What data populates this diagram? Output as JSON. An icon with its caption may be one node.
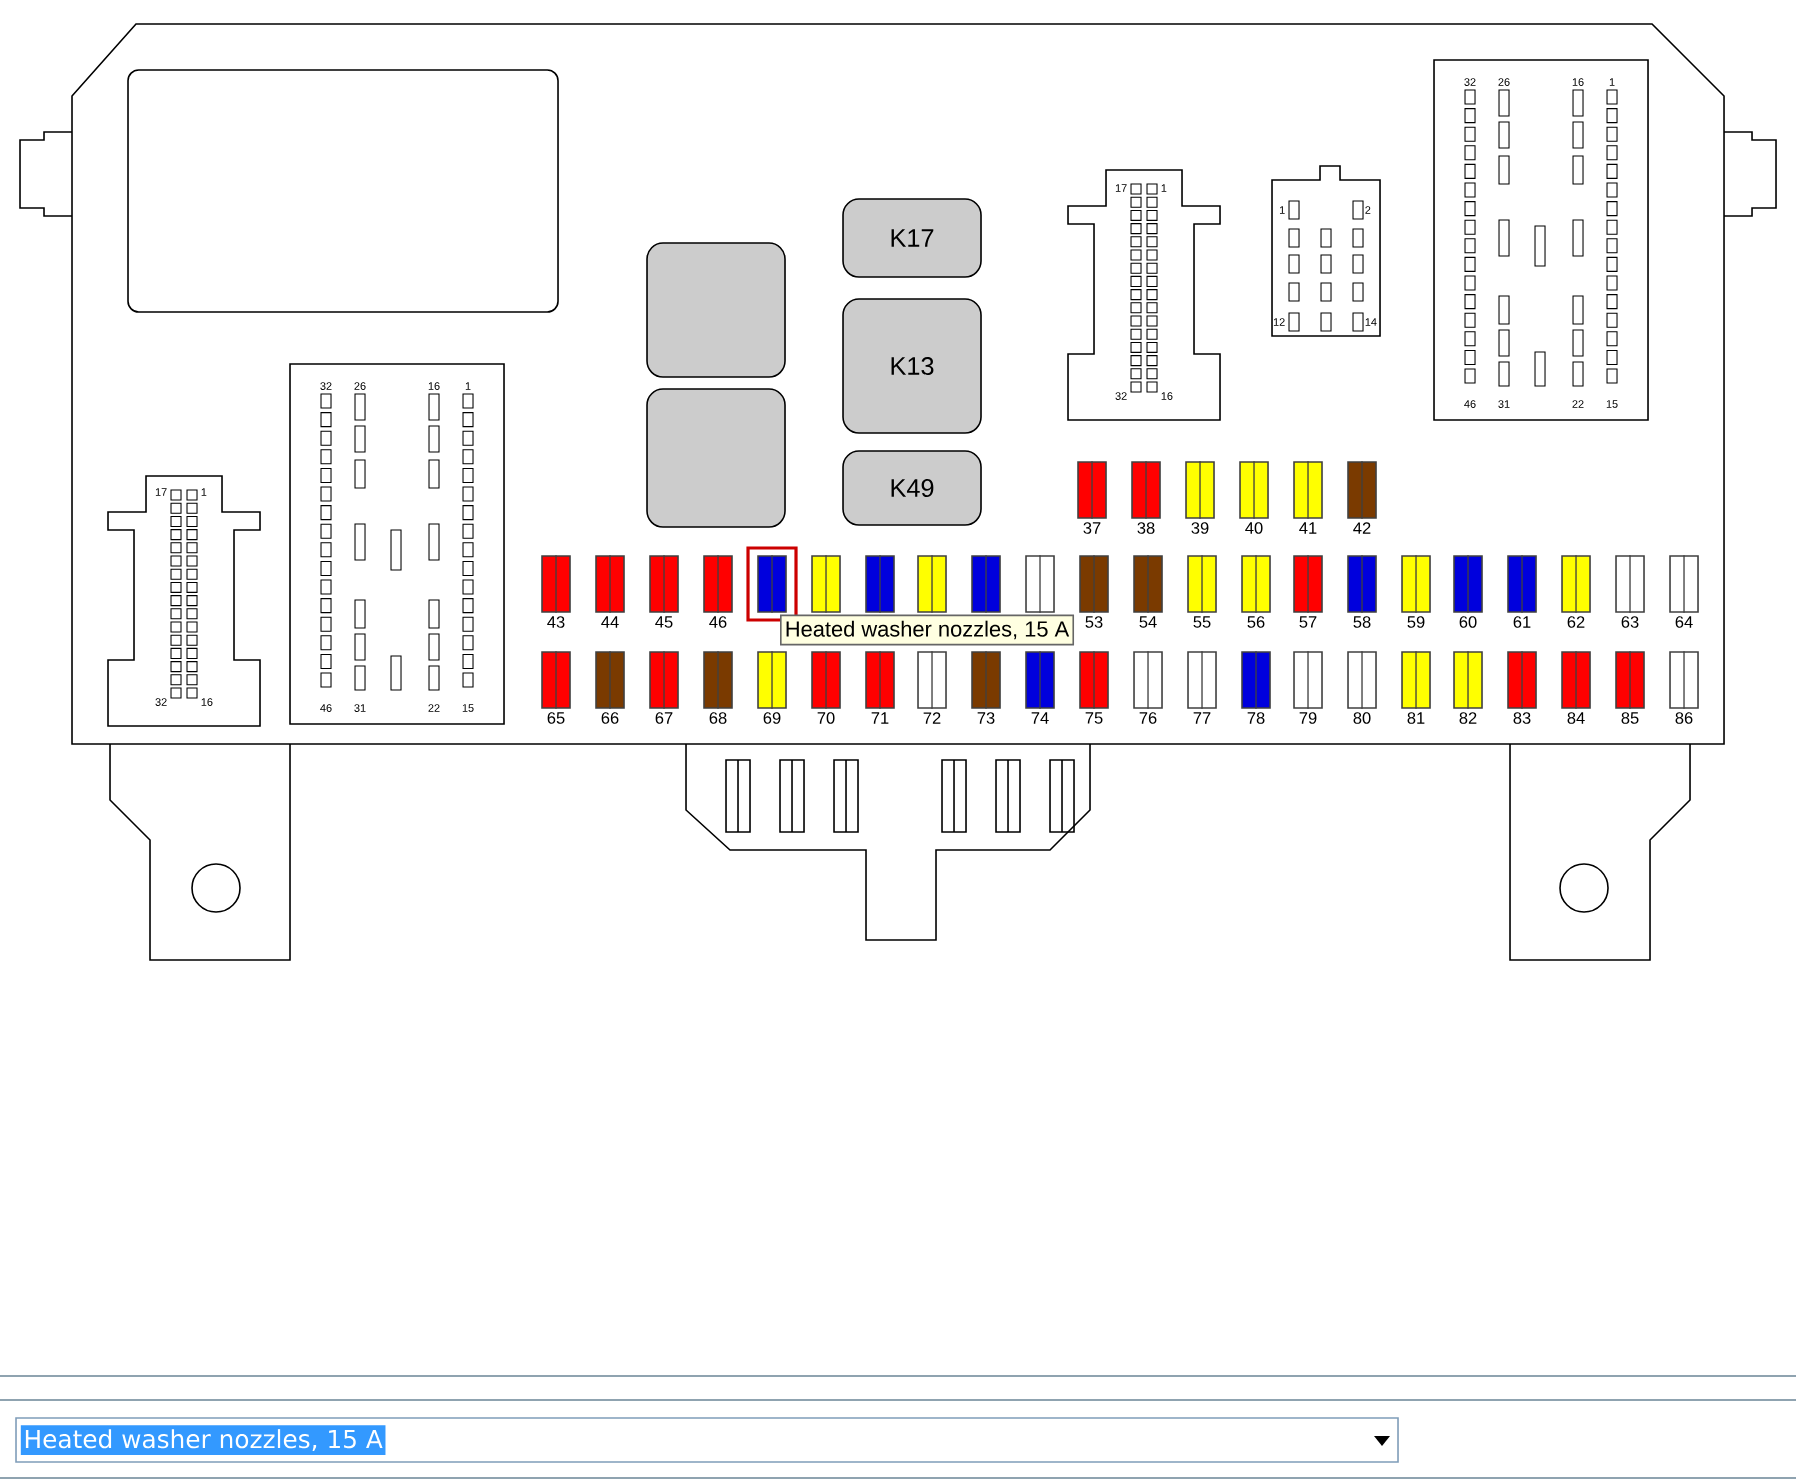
{
  "diagram": {
    "nodes": [
      {
        "text": [
          "K17"
        ]
      },
      {
        "text": [],
        "shape": "box"
      },
      {
        "text": [
          "K13"
        ]
      },
      {
        "text": [],
        "shape": "box"
      },
      {
        "text": [
          "K49"
        ]
      },
      {
        "text": [
          "37"
        ]
      },
      {
        "text": [
          "38"
        ]
      },
      {
        "text": [
          "39"
        ]
      },
      {
        "text": [
          "40"
        ]
      },
      {
        "text": [
          "41"
        ]
      },
      {
        "text": [
          "42"
        ]
      },
      {
        "text": [
          "43"
        ]
      },
      {
        "text": [
          "44"
        ]
      },
      {
        "text": [
          "45"
        ]
      },
      {
        "text": [
          "46"
        ]
      },
      {
        "text": [],
        "shape": "box"
      },
      {
        "text": [],
        "shape": "box"
      },
      {
        "text": [],
        "shape": "box"
      },
      {
        "text": [],
        "shape": "box"
      },
      {
        "text": [],
        "shape": "box"
      },
      {
        "text": [],
        "shape": "box"
      },
      {
        "text": [
          "53"
        ]
      },
      {
        "text": [
          "54"
        ]
      },
      {
        "text": [
          "55"
        ]
      },
      {
        "text": [
          "56"
        ]
      },
      {
        "text": [
          "57"
        ]
      },
      {
        "text": [
          "58"
        ]
      },
      {
        "text": [
          "59"
        ]
      },
      {
        "text": [
          "60"
        ]
      },
      {
        "text": [
          "61"
        ]
      },
      {
        "text": [
          "62"
        ]
      },
      {
        "text": [
          "63"
        ]
      },
      {
        "text": [
          "64"
        ]
      },
      {
        "text": [
          "65"
        ]
      },
      {
        "text": [
          "66"
        ]
      },
      {
        "text": [
          "67"
        ]
      },
      {
        "text": [
          "68"
        ]
      },
      {
        "text": [
          "69"
        ]
      },
      {
        "text": [
          "70"
        ]
      },
      {
        "text": [
          "71"
        ]
      },
      {
        "text": [
          "72"
        ]
      },
      {
        "text": [
          "73"
        ]
      },
      {
        "text": [
          "74"
        ]
      },
      {
        "text": [
          "75"
        ]
      },
      {
        "text": [
          "76"
        ]
      },
      {
        "text": [
          "77"
        ]
      },
      {
        "text": [
          "78"
        ]
      },
      {
        "text": [
          "79"
        ]
      },
      {
        "text": [
          "80"
        ]
      },
      {
        "text": [
          "81"
        ]
      },
      {
        "text": [
          "82"
        ]
      },
      {
        "text": [
          "83"
        ]
      },
      {
        "text": [
          "84"
        ]
      },
      {
        "text": [
          "85"
        ]
      },
      {
        "text": [
          "86"
        ]
      }
    ],
    "labels": [
      "32",
      "26",
      "16",
      "1",
      "17",
      "1",
      "1",
      "2",
      "12",
      "14",
      "32",
      "26",
      "16",
      "1",
      "32",
      "16",
      "46",
      "31",
      "22",
      "15",
      "17",
      "1",
      "46",
      "31",
      "22",
      "15",
      "32",
      "16",
      "Heated washer nozzles, 15 A",
      "Heated washer nozzles, 15 A"
    ]
  }
}
